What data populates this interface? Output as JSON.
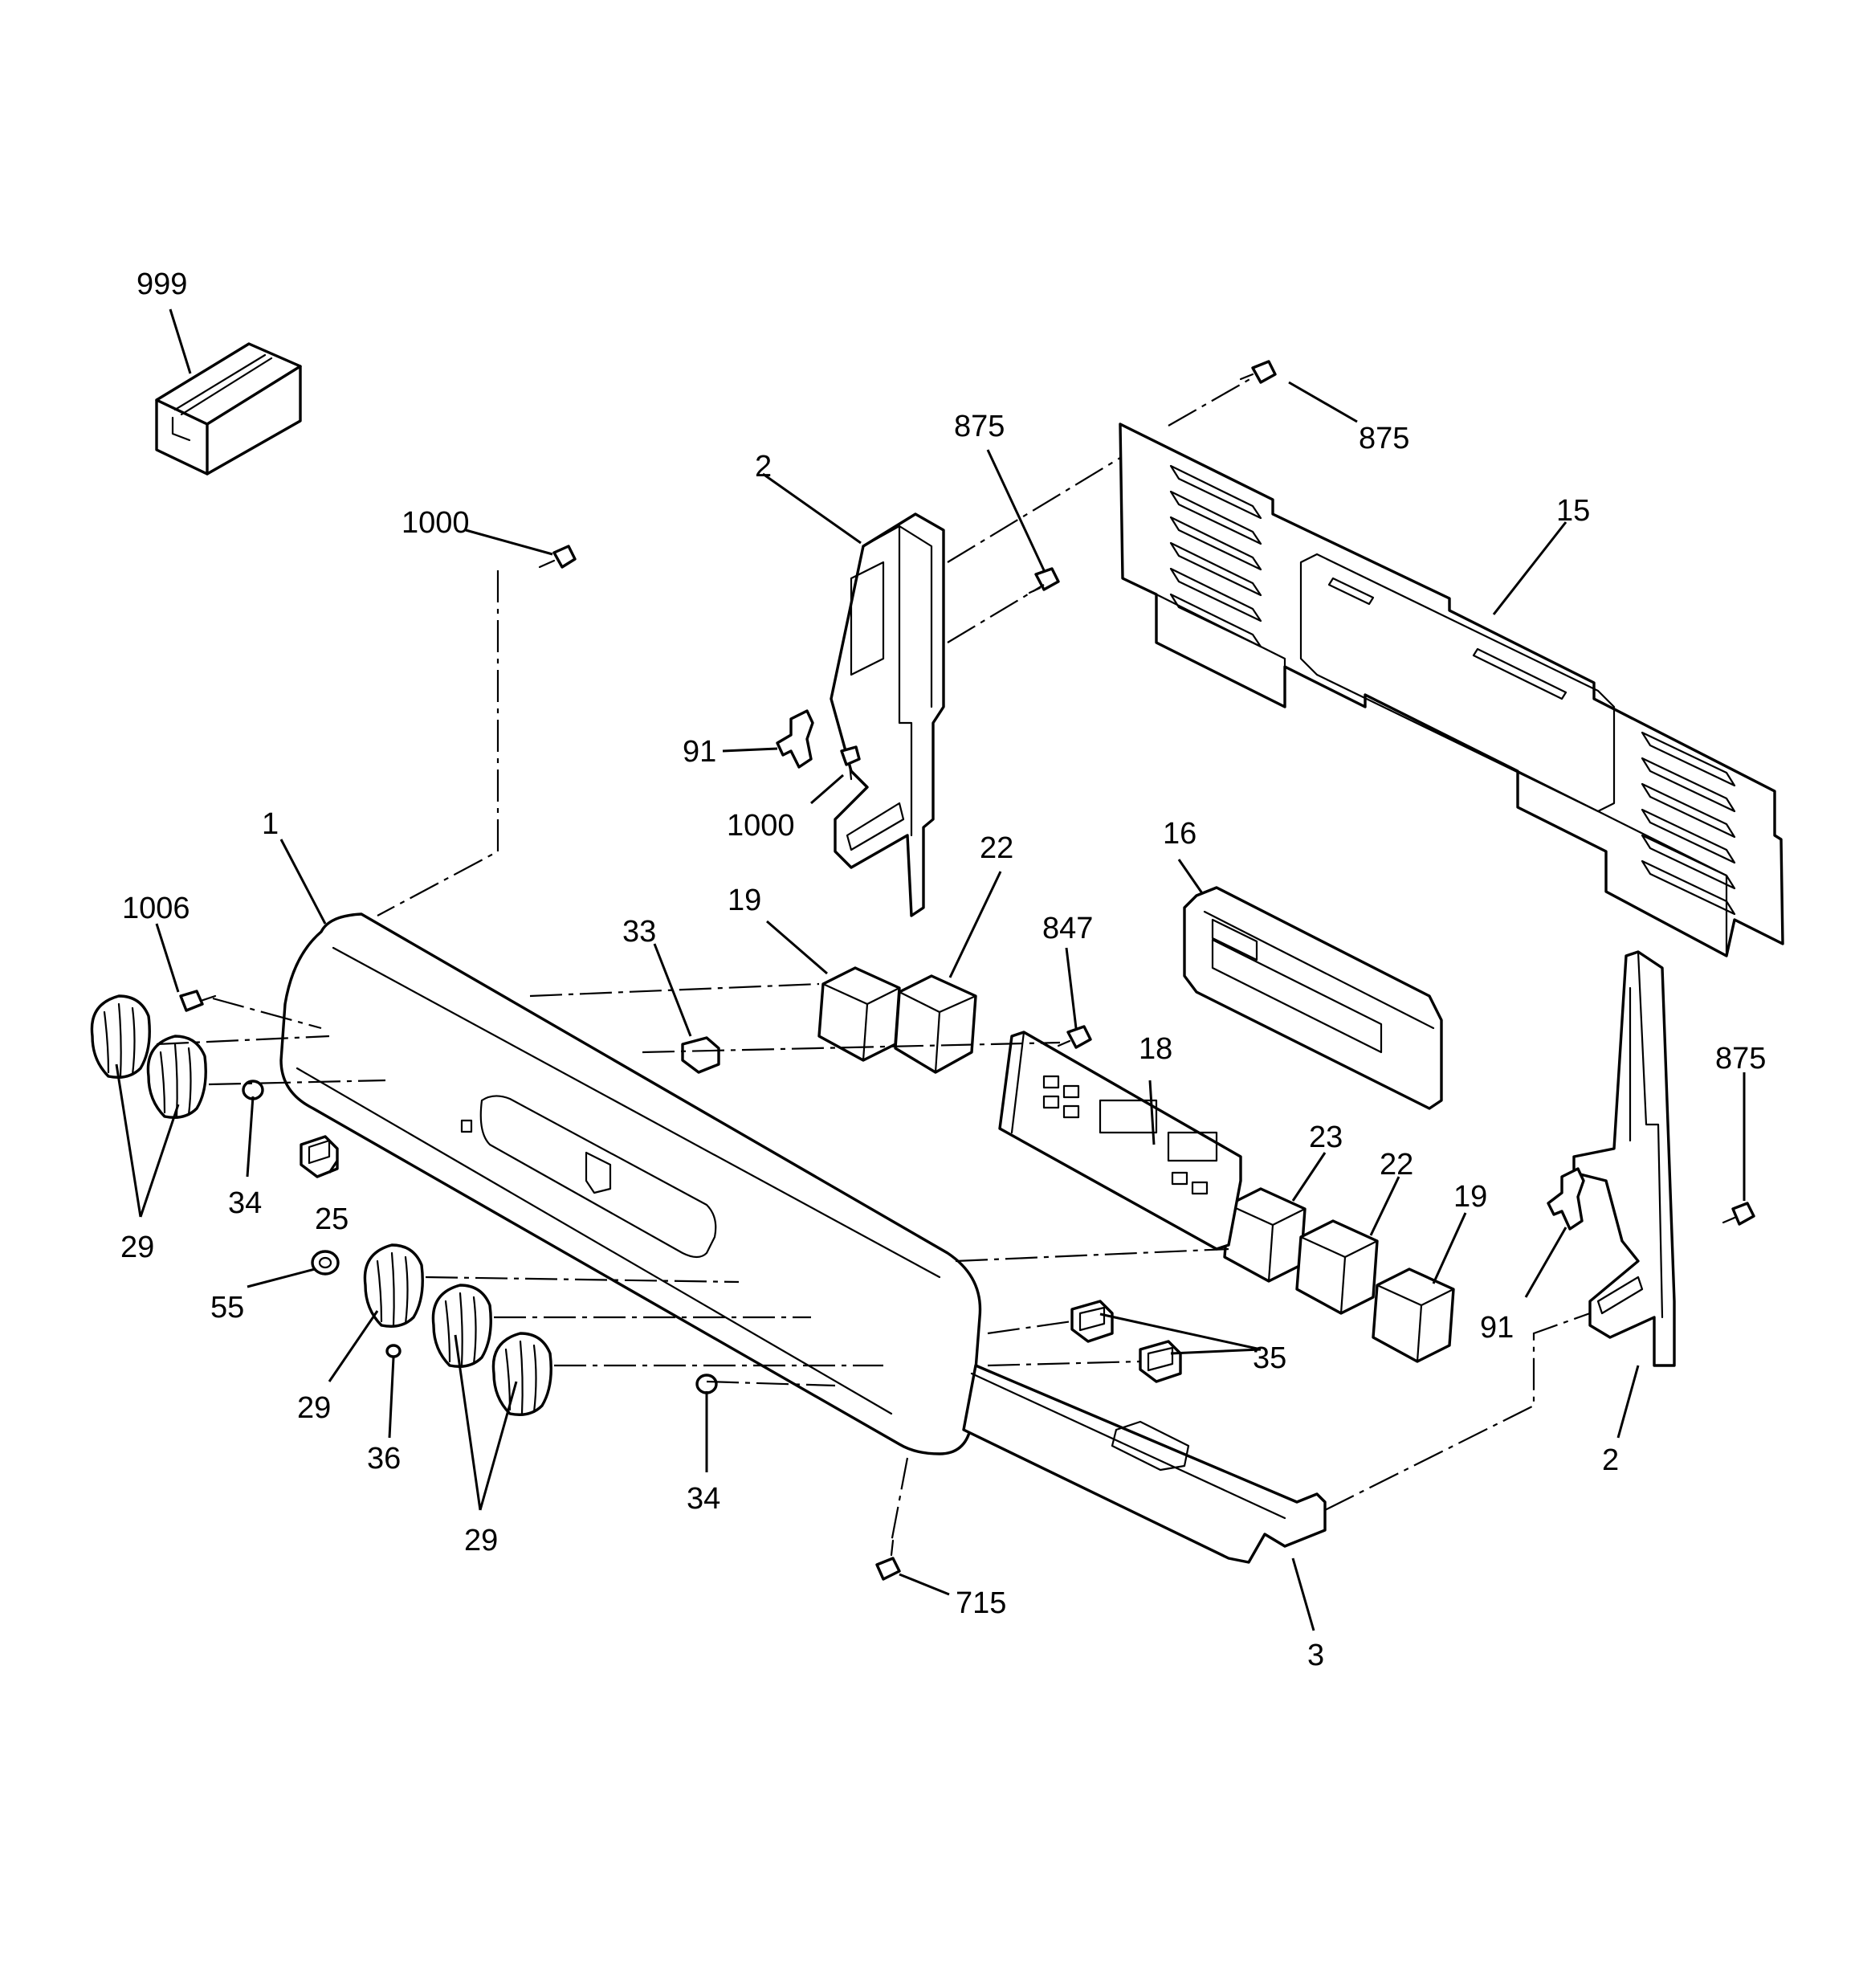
{
  "callouts": {
    "c999": "999",
    "c875_top": "875",
    "c875_right": "875",
    "c875_far": "875",
    "c2_top": "2",
    "c2_bottom": "2",
    "c15": "15",
    "c1000_top": "1000",
    "c1000_mid": "1000",
    "c91_left": "91",
    "c91_right": "91",
    "c1": "1",
    "c1006": "1006",
    "c19_left": "19",
    "c19_right": "19",
    "c22_top": "22",
    "c22_right": "22",
    "c33": "33",
    "c847": "847",
    "c16": "16",
    "c18": "18",
    "c23": "23",
    "c34_left": "34",
    "c34_bottom": "34",
    "c25": "25",
    "c29_left": "29",
    "c29_mid": "29",
    "c29_bottom": "29",
    "c55": "55",
    "c36": "36",
    "c35": "35",
    "c715": "715",
    "c3": "3"
  }
}
